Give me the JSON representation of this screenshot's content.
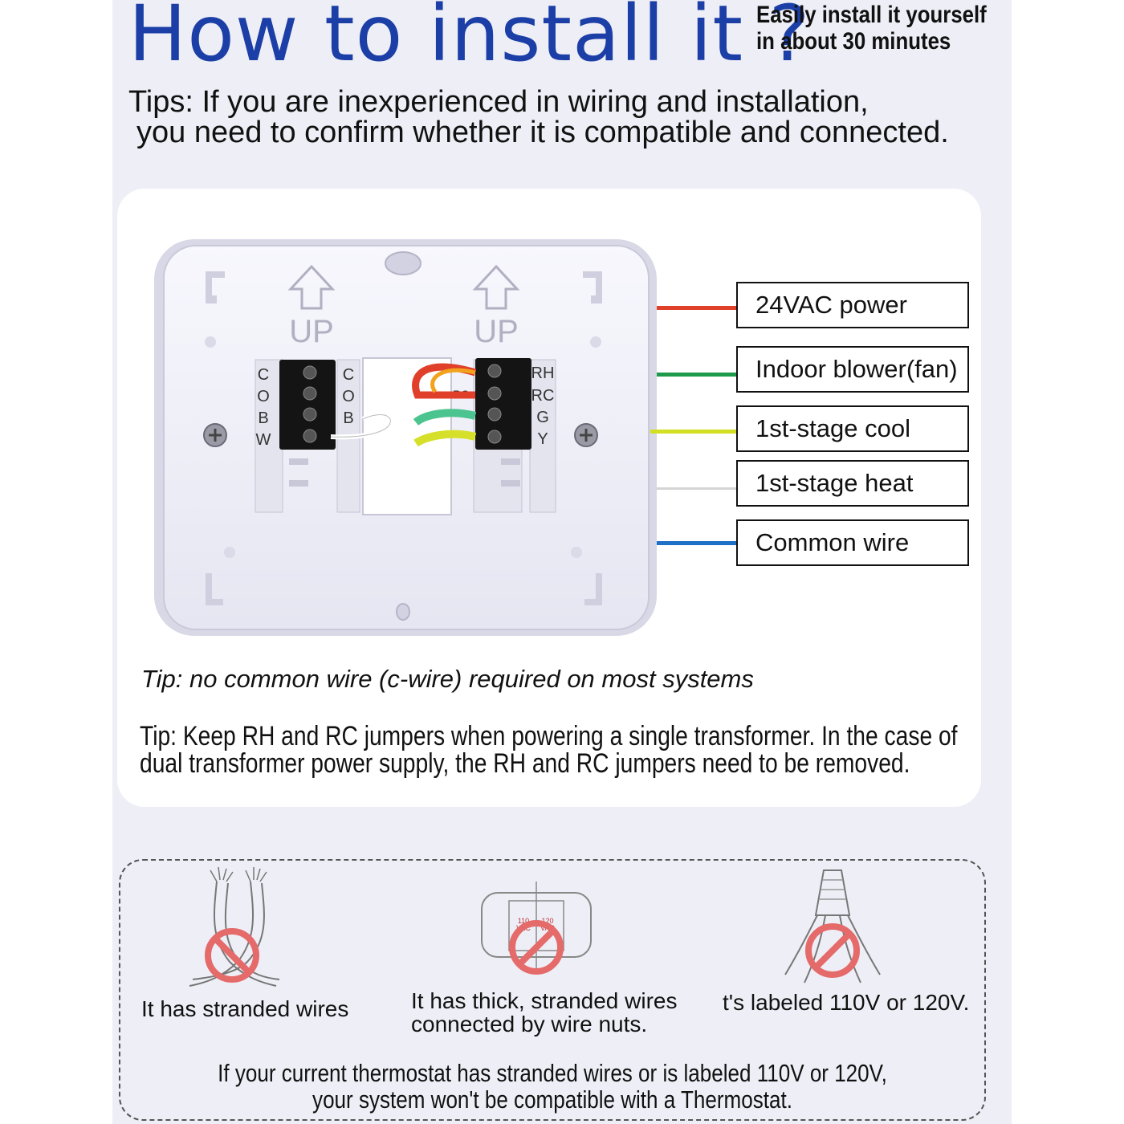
{
  "header": {
    "title": "How to install it ?",
    "subtitle_line1": "Easily install it yourself",
    "subtitle_line2": "in about 30 minutes"
  },
  "tips": {
    "line1": "Tips: If you are inexperienced in wiring and installation,",
    "line2": "you need to confirm whether it is compatible and connected."
  },
  "plate": {
    "up_label": "UP",
    "left_terminals_outer": [
      "C",
      "O",
      "B",
      "W"
    ],
    "left_terminals_inner": [
      "C",
      "O",
      "B"
    ],
    "right_terminals": [
      "RH",
      "RC",
      "G",
      "Y"
    ],
    "jumper_label": "RC"
  },
  "wires": [
    {
      "label": "24VAC power",
      "color": "#e0402a"
    },
    {
      "label": "Indoor blower(fan)",
      "color": "#1e9a4c"
    },
    {
      "label": "1st-stage cool",
      "color": "#d2df22"
    },
    {
      "label": "1st-stage heat",
      "color": "#d4d4d4"
    },
    {
      "label": "Common wire",
      "color": "#1e6fc6"
    }
  ],
  "notes": {
    "c_wire_tip": "Tip: no common wire (c-wire) required on most systems",
    "jumper_tip_line1": "Tip: Keep RH and RC jumpers when powering a single transformer. In the case of",
    "jumper_tip_line2": "dual transformer power supply, the RH and RC jumpers need to be removed."
  },
  "incompatible": {
    "items": [
      {
        "icon": "stranded-wires-icon",
        "line1": "It has stranded wires",
        "line2": ""
      },
      {
        "icon": "thermostat-110-120vac-icon",
        "line1": "It has thick, stranded wires",
        "line2": "connected by wire nuts."
      },
      {
        "icon": "wire-nut-icon",
        "line1": "t's labeled 110V or 120V.",
        "line2": ""
      }
    ],
    "sub_labels": [
      "110",
      "VAC",
      "120",
      "VAC"
    ],
    "footer_line1": "If your current thermostat has stranded wires or is labeled 110V or 120V,",
    "footer_line2": "your system won't be compatible with a Thermostat."
  },
  "colors": {
    "title_blue": "#1b3fa6",
    "background": "#eeeef6",
    "prohibit_red": "#e56a6a"
  }
}
